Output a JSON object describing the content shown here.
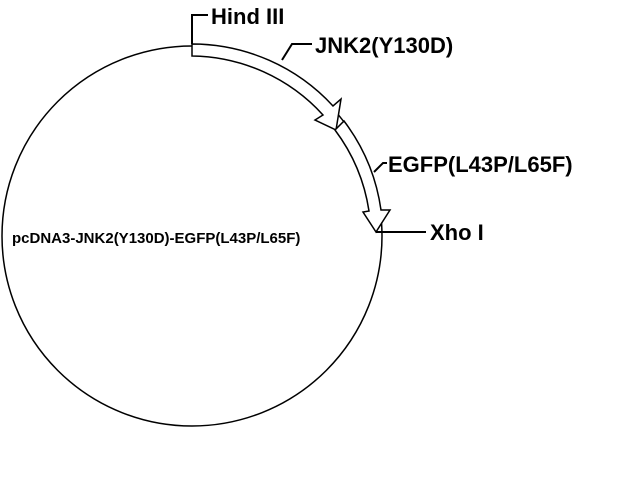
{
  "plasmid": {
    "name": "pcDNA3-JNK2(Y130D)-EGFP(L43P/L65F)"
  },
  "labels": {
    "hind3": "Hind III",
    "jnk2": "JNK2(Y130D)",
    "egfp": "EGFP(L43P/L65F)",
    "xho1": "Xho I"
  },
  "colors": {
    "line": "#000000",
    "background": "#ffffff"
  }
}
